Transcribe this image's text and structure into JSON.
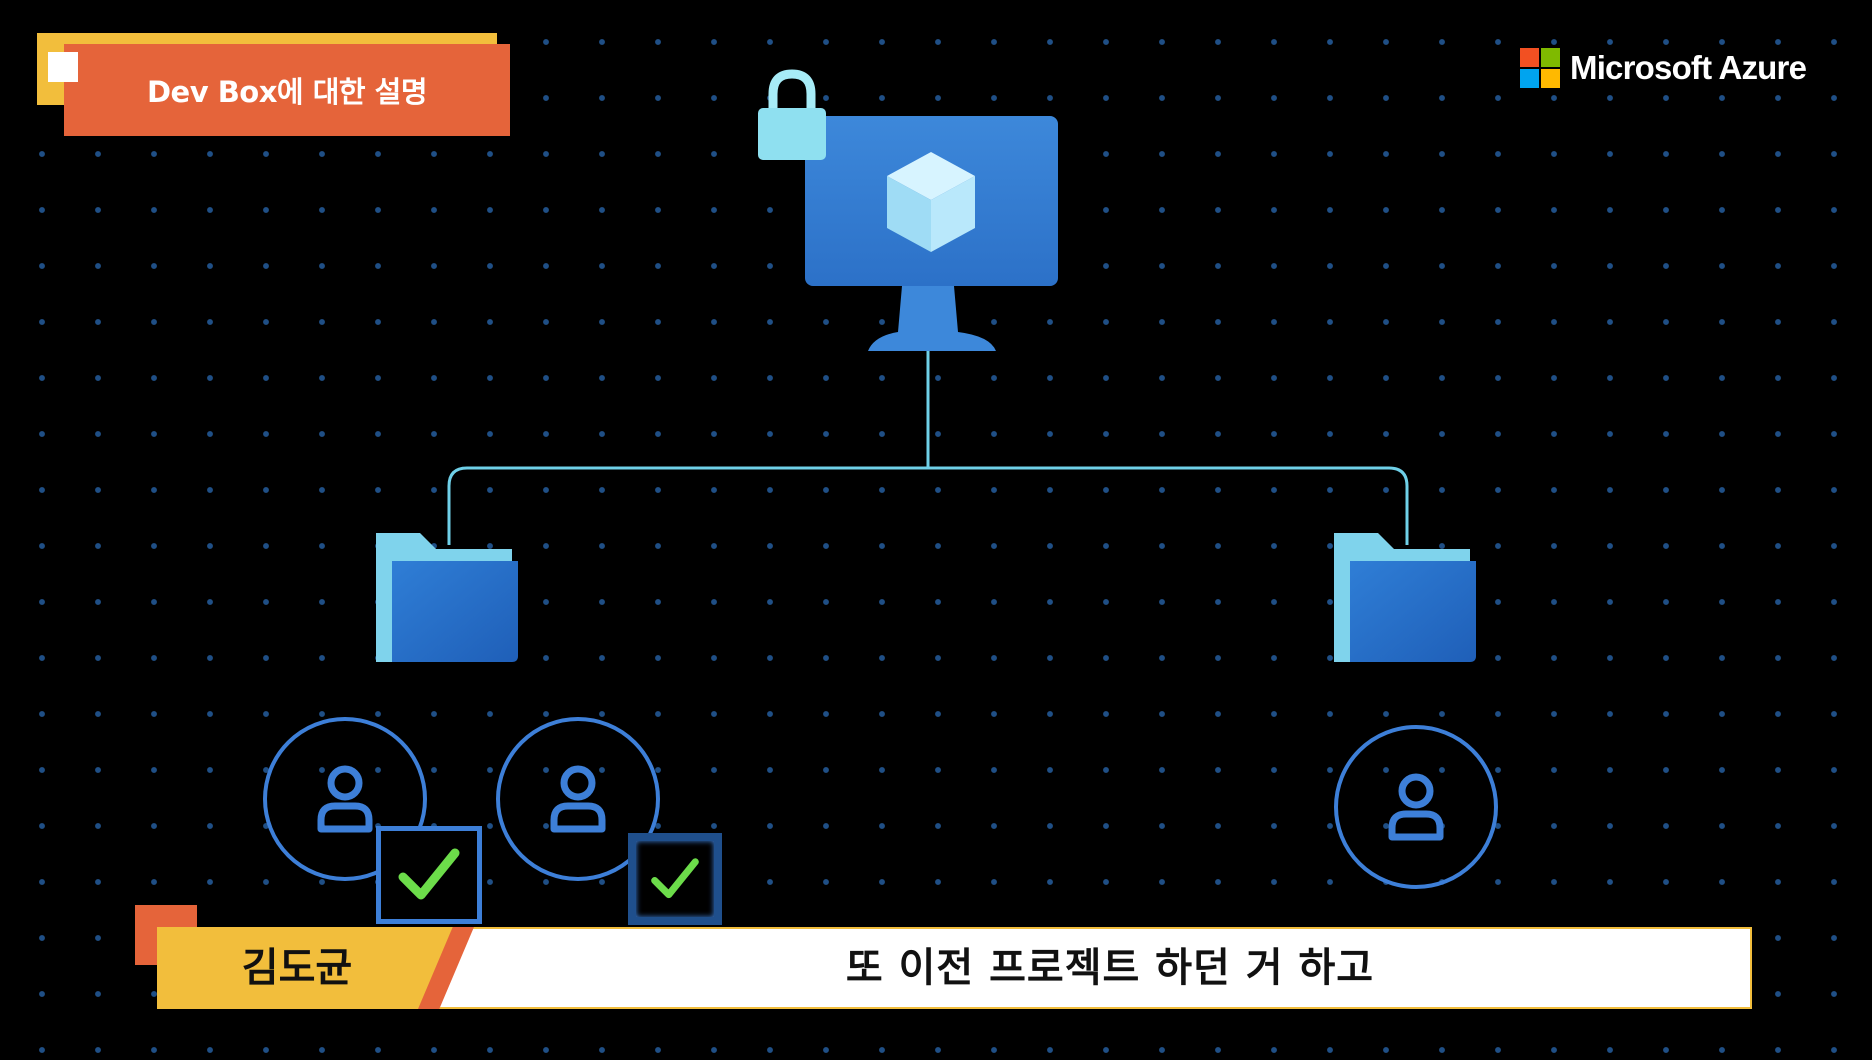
{
  "title_badge": {
    "text": "Dev Box에 대한 설명"
  },
  "brand": {
    "logo_text": "Microsoft Azure",
    "logo_colors": [
      "#f25022",
      "#7fba00",
      "#00a4ef",
      "#ffb900"
    ]
  },
  "diagram": {
    "root": {
      "icons": [
        "lock-icon",
        "monitor-icon",
        "cube-icon"
      ]
    },
    "folders": [
      "folder-icon",
      "folder-icon"
    ],
    "users": [
      {
        "icon": "user-icon",
        "checked": true
      },
      {
        "icon": "user-icon",
        "checked": true
      },
      {
        "icon": "user-icon",
        "checked": false
      }
    ],
    "colors": {
      "accent": "#3d7fd8",
      "line": "#6fd0e8",
      "check": "#6cdc4a"
    }
  },
  "caption": {
    "speaker": "김도균",
    "text": "또 이전 프로젝트 하던 거 하고",
    "colors": {
      "tab": "#f2be3c",
      "accent": "#e5643a"
    }
  }
}
